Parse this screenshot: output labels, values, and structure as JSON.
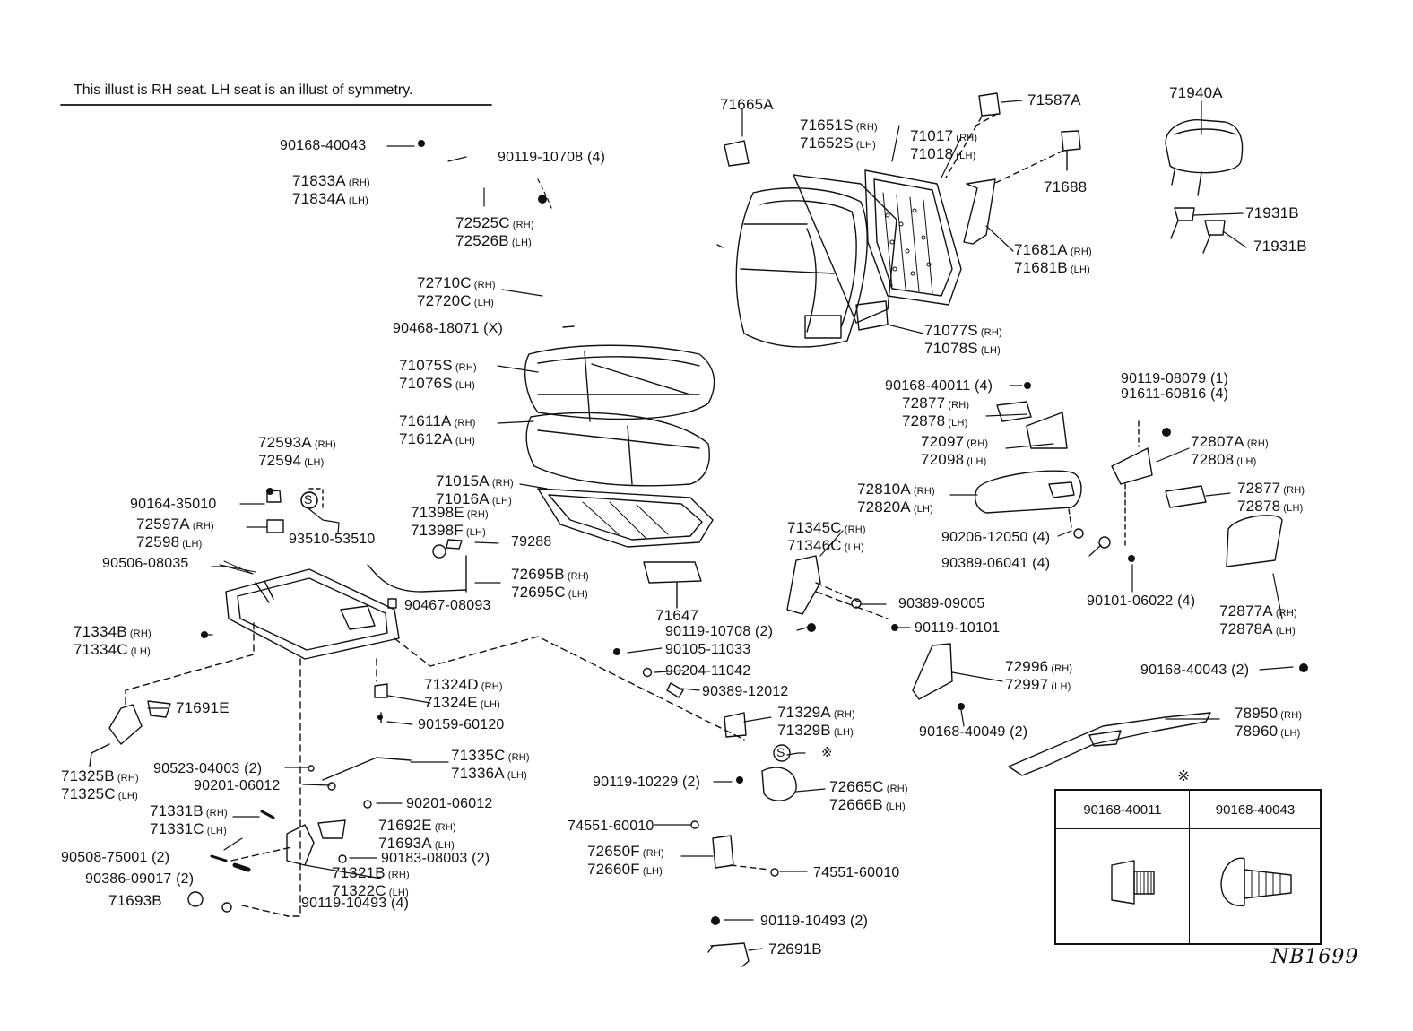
{
  "note": "This illust is RH seat. LH seat is an illust of symmetry.",
  "signature": "NB1699",
  "legend": {
    "mark": "※",
    "columns": [
      "90168-40011",
      "90168-40043"
    ],
    "icons": [
      "bolt-icon",
      "clip-bolt-icon"
    ]
  },
  "parts": [
    {
      "id": "p01",
      "lines": [
        "90168-40043"
      ]
    },
    {
      "id": "p02",
      "lines": [
        "71833A",
        "71834A"
      ],
      "sfx": [
        "(RH)",
        "(LH)"
      ]
    },
    {
      "id": "p03",
      "lines": [
        "90119-10708 (4)"
      ]
    },
    {
      "id": "p04",
      "lines": [
        "72525C",
        "72526B"
      ],
      "sfx": [
        "(RH)",
        "(LH)"
      ]
    },
    {
      "id": "p05",
      "lines": [
        "72710C",
        "72720C"
      ],
      "sfx": [
        "(RH)",
        "(LH)"
      ]
    },
    {
      "id": "p06",
      "lines": [
        "90468-18071 (X)"
      ]
    },
    {
      "id": "p07",
      "lines": [
        "71075S",
        "71076S"
      ],
      "sfx": [
        "(RH)",
        "(LH)"
      ]
    },
    {
      "id": "p08",
      "lines": [
        "71611A",
        "71612A"
      ],
      "sfx": [
        "(RH)",
        "(LH)"
      ]
    },
    {
      "id": "p09",
      "lines": [
        "72593A",
        "72594"
      ],
      "sfx": [
        "(RH)",
        "(LH)"
      ]
    },
    {
      "id": "p10",
      "lines": [
        "90164-35010"
      ]
    },
    {
      "id": "p11",
      "lines": [
        "72597A",
        "72598"
      ],
      "sfx": [
        "(RH)",
        "(LH)"
      ]
    },
    {
      "id": "p12",
      "lines": [
        "93510-53510"
      ]
    },
    {
      "id": "p13",
      "lines": [
        "90506-08035"
      ]
    },
    {
      "id": "p14",
      "lines": [
        "71015A",
        "71016A"
      ],
      "sfx": [
        "(RH)",
        "(LH)"
      ]
    },
    {
      "id": "p15",
      "lines": [
        "71398E",
        "71398F"
      ],
      "sfx": [
        "(RH)",
        "(LH)"
      ]
    },
    {
      "id": "p16",
      "lines": [
        "79288"
      ]
    },
    {
      "id": "p17",
      "lines": [
        "72695B",
        "72695C"
      ],
      "sfx": [
        "(RH)",
        "(LH)"
      ]
    },
    {
      "id": "p18",
      "lines": [
        "90467-08093"
      ]
    },
    {
      "id": "p19",
      "lines": [
        "71647"
      ]
    },
    {
      "id": "p20",
      "lines": [
        "71334B",
        "71334C"
      ],
      "sfx": [
        "(RH)",
        "(LH)"
      ]
    },
    {
      "id": "p21",
      "lines": [
        "71691E"
      ]
    },
    {
      "id": "p22",
      "lines": [
        "71324D",
        "71324E"
      ],
      "sfx": [
        "(RH)",
        "(LH)"
      ]
    },
    {
      "id": "p23",
      "lines": [
        "90159-60120"
      ]
    },
    {
      "id": "p24",
      "lines": [
        "71325B",
        "71325C"
      ],
      "sfx": [
        "(RH)",
        "(LH)"
      ]
    },
    {
      "id": "p25",
      "lines": [
        "90523-04003 (2)"
      ]
    },
    {
      "id": "p26",
      "lines": [
        "90201-06012"
      ]
    },
    {
      "id": "p27",
      "lines": [
        "71335C",
        "71336A"
      ],
      "sfx": [
        "(RH)",
        "(LH)"
      ]
    },
    {
      "id": "p28",
      "lines": [
        "90201-06012"
      ]
    },
    {
      "id": "p29",
      "lines": [
        "71331B",
        "71331C"
      ],
      "sfx": [
        "(RH)",
        "(LH)"
      ]
    },
    {
      "id": "p30",
      "lines": [
        "71692E",
        "71693A"
      ],
      "sfx": [
        "(RH)",
        "(LH)"
      ]
    },
    {
      "id": "p31",
      "lines": [
        "90508-75001 (2)"
      ]
    },
    {
      "id": "p32",
      "lines": [
        "90183-08003 (2)"
      ]
    },
    {
      "id": "p33",
      "lines": [
        "90386-09017 (2)"
      ]
    },
    {
      "id": "p34",
      "lines": [
        "71321B",
        "71322C"
      ],
      "sfx": [
        "(RH)",
        "(LH)"
      ]
    },
    {
      "id": "p35",
      "lines": [
        "71693B"
      ]
    },
    {
      "id": "p36",
      "lines": [
        "90119-10493 (4)"
      ]
    },
    {
      "id": "p37",
      "lines": [
        "71665A"
      ]
    },
    {
      "id": "p38",
      "lines": [
        "71651S",
        "71652S"
      ],
      "sfx": [
        "(RH)",
        "(LH)"
      ]
    },
    {
      "id": "p39",
      "lines": [
        "71017",
        "71018"
      ],
      "sfx": [
        "(RH)",
        "(LH)"
      ]
    },
    {
      "id": "p40",
      "lines": [
        "71587A"
      ]
    },
    {
      "id": "p41",
      "lines": [
        "71688"
      ]
    },
    {
      "id": "p42",
      "lines": [
        "71681A",
        "71681B"
      ],
      "sfx": [
        "(RH)",
        "(LH)"
      ]
    },
    {
      "id": "p43",
      "lines": [
        "71077S",
        "71078S"
      ],
      "sfx": [
        "(RH)",
        "(LH)"
      ]
    },
    {
      "id": "p44",
      "lines": [
        "71940A"
      ]
    },
    {
      "id": "p45",
      "lines": [
        "71931B"
      ]
    },
    {
      "id": "p46",
      "lines": [
        "71931B"
      ]
    },
    {
      "id": "p47",
      "lines": [
        "90168-40011 (4)"
      ]
    },
    {
      "id": "p48",
      "lines": [
        "72877",
        "72878"
      ],
      "sfx": [
        "(RH)",
        "(LH)"
      ]
    },
    {
      "id": "p49",
      "lines": [
        "72097",
        "72098"
      ],
      "sfx": [
        "(RH)",
        "(LH)"
      ]
    },
    {
      "id": "p50",
      "lines": [
        "72810A",
        "72820A"
      ],
      "sfx": [
        "(RH)",
        "(LH)"
      ]
    },
    {
      "id": "p51",
      "lines": [
        "90119-08079 (1)",
        "91611-60816 (4)"
      ]
    },
    {
      "id": "p52",
      "lines": [
        "72807A",
        "72808"
      ],
      "sfx": [
        "(RH)",
        "(LH)"
      ]
    },
    {
      "id": "p53",
      "lines": [
        "72877",
        "72878"
      ],
      "sfx": [
        "(RH)",
        "(LH)"
      ]
    },
    {
      "id": "p54",
      "lines": [
        "90206-12050 (4)"
      ]
    },
    {
      "id": "p55",
      "lines": [
        "90389-06041 (4)"
      ]
    },
    {
      "id": "p56",
      "lines": [
        "90101-06022 (4)"
      ]
    },
    {
      "id": "p57",
      "lines": [
        "72877A",
        "72878A"
      ],
      "sfx": [
        "(RH)",
        "(LH)"
      ]
    },
    {
      "id": "p58",
      "lines": [
        "71345C",
        "71346C"
      ],
      "sfx": [
        "(RH)",
        "(LH)"
      ]
    },
    {
      "id": "p59",
      "lines": [
        "90389-09005"
      ]
    },
    {
      "id": "p60",
      "lines": [
        "90119-10708 (2)"
      ]
    },
    {
      "id": "p61",
      "lines": [
        "90119-10101"
      ]
    },
    {
      "id": "p62",
      "lines": [
        "90105-11033"
      ]
    },
    {
      "id": "p63",
      "lines": [
        "90204-11042"
      ]
    },
    {
      "id": "p64",
      "lines": [
        "90389-12012"
      ]
    },
    {
      "id": "p65",
      "lines": [
        "71329A",
        "71329B"
      ],
      "sfx": [
        "(RH)",
        "(LH)"
      ]
    },
    {
      "id": "p66",
      "lines": [
        "72996",
        "72997"
      ],
      "sfx": [
        "(RH)",
        "(LH)"
      ]
    },
    {
      "id": "p67",
      "lines": [
        "90168-40049 (2)"
      ]
    },
    {
      "id": "p68",
      "lines": [
        "90168-40043 (2)"
      ]
    },
    {
      "id": "p69",
      "lines": [
        "78950",
        "78960"
      ],
      "sfx": [
        "(RH)",
        "(LH)"
      ]
    },
    {
      "id": "p70",
      "lines": [
        "90119-10229 (2)"
      ]
    },
    {
      "id": "p71",
      "lines": [
        "72665C",
        "72666B"
      ],
      "sfx": [
        "(RH)",
        "(LH)"
      ]
    },
    {
      "id": "p72",
      "lines": [
        "74551-60010"
      ]
    },
    {
      "id": "p73",
      "lines": [
        "72650F",
        "72660F"
      ],
      "sfx": [
        "(RH)",
        "(LH)"
      ]
    },
    {
      "id": "p74",
      "lines": [
        "74551-60010"
      ]
    },
    {
      "id": "p75",
      "lines": [
        "90119-10493 (2)"
      ]
    },
    {
      "id": "p76",
      "lines": [
        "72691B"
      ]
    }
  ]
}
